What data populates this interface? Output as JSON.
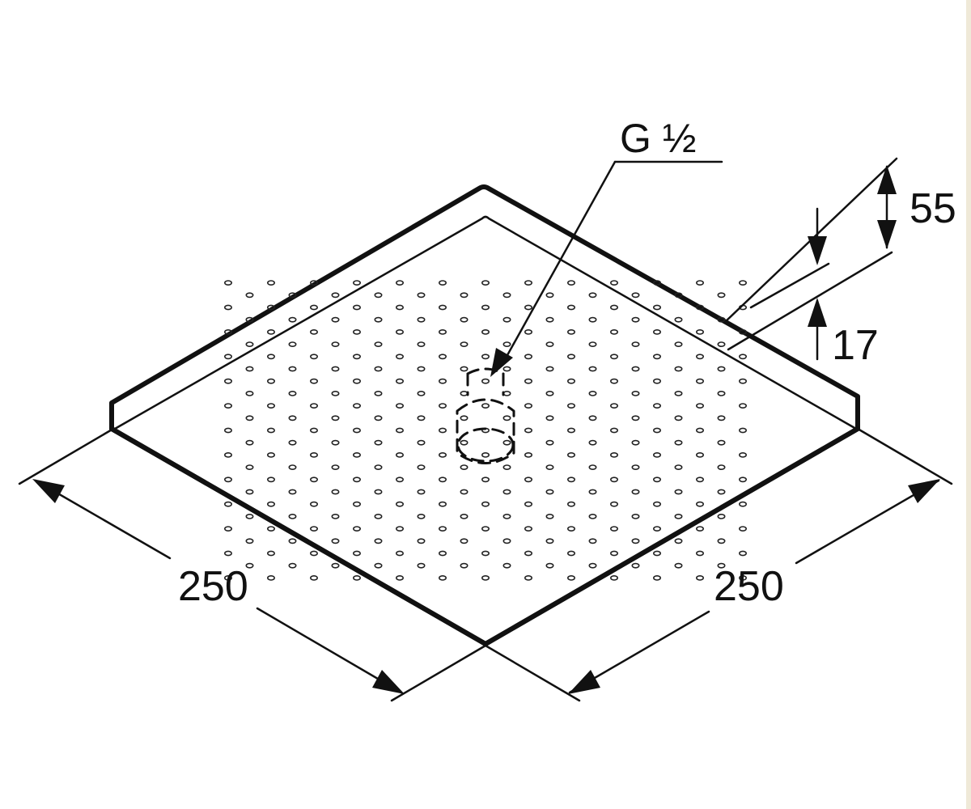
{
  "labels": {
    "thread": "G ½",
    "height_total": "55",
    "height_lip": "17",
    "width_left": "250",
    "width_right": "250"
  },
  "colors": {
    "line": "#111111",
    "background": "#ffffff",
    "edge_band": "#efe9d8"
  }
}
